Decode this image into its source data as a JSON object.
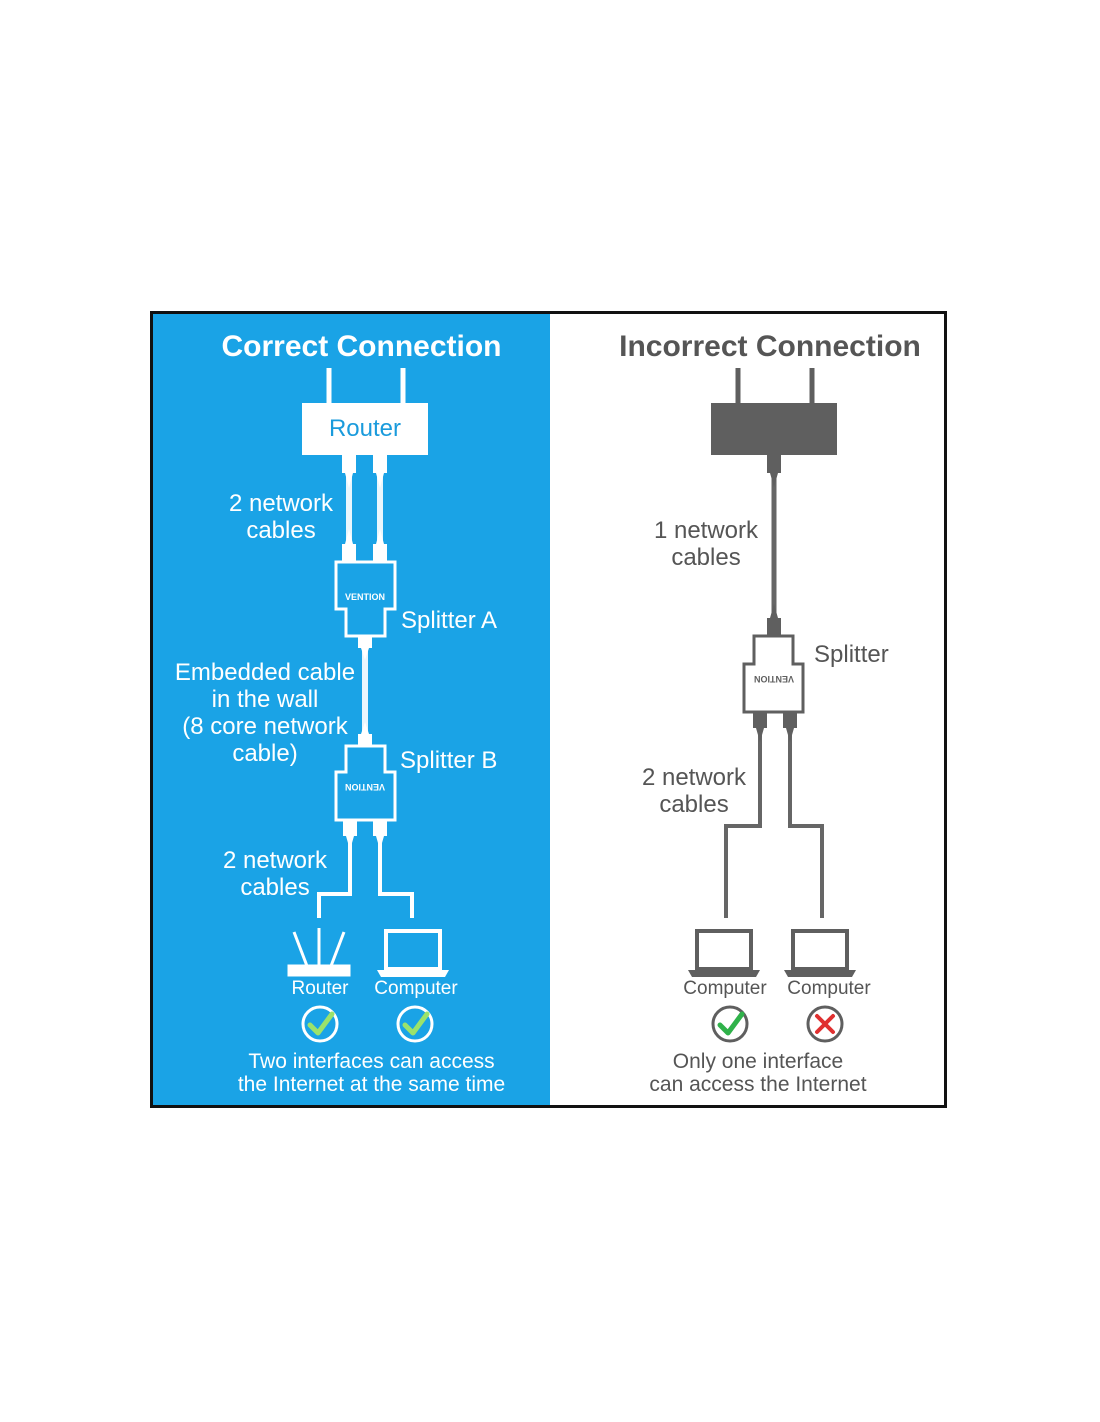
{
  "colors": {
    "correct_bg": "#1aa3e6",
    "incorrect_bg": "#ffffff",
    "incorrect_gray": "#5f5f5f",
    "check_green": "#2fb24a",
    "cross_red": "#e03030",
    "frame_border": "#111111"
  },
  "correct": {
    "title": "Correct Connection",
    "router_label": "Router",
    "cables_top": "2 network\ncables",
    "splitter_a": "Splitter A",
    "splitter_brand": "VENTION",
    "embedded_cable": "Embedded cable\nin the wall\n(8 core network\ncable)",
    "splitter_b": "Splitter B",
    "cables_bottom": "2 network\ncables",
    "device_1": "Router",
    "device_2": "Computer",
    "device_1_status": "check",
    "device_2_status": "check",
    "note": "Two interfaces can access\nthe Internet at the same time"
  },
  "incorrect": {
    "title": "Incorrect Connection",
    "cables_top": "1 network\ncables",
    "splitter": "Splitter",
    "cables_bottom": "2 network\ncables",
    "device_1": "Computer",
    "device_2": "Computer",
    "device_1_status": "check",
    "device_2_status": "cross",
    "note": "Only one interface\ncan access the Internet"
  }
}
